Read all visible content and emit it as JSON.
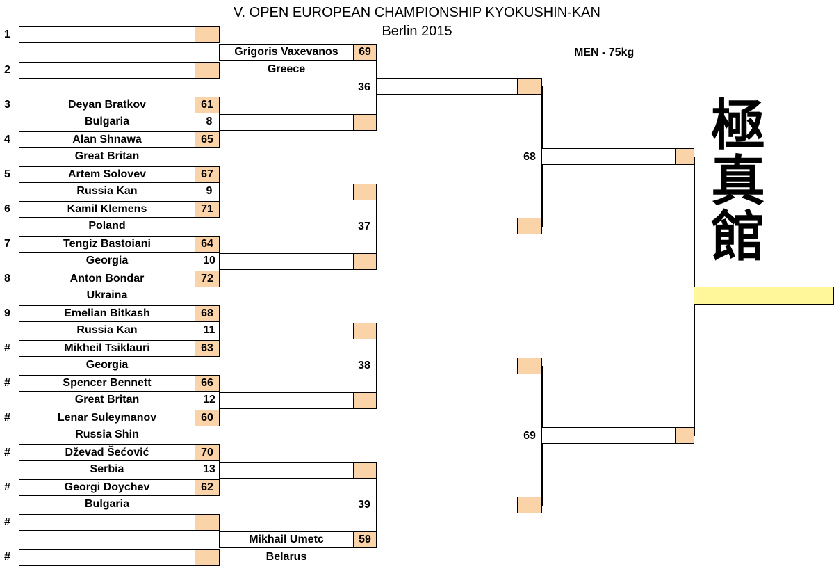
{
  "header": {
    "title": "V. OPEN EUROPEAN CHAMPIONSHIP KYOKUSHIN-KAN",
    "subtitle": "Berlin 2015",
    "category": "MEN - 75kg"
  },
  "seeds": [
    "1",
    "2",
    "3",
    "4",
    "5",
    "6",
    "7",
    "8",
    "9",
    "#",
    "#",
    "#",
    "#",
    "#",
    "#",
    "#"
  ],
  "competitors": {
    "p1": {
      "name": "",
      "number": ""
    },
    "p2": {
      "name": "",
      "number": ""
    },
    "p3": {
      "name": "Deyan Bratkov",
      "number": "61"
    },
    "p4": {
      "name": "Alan Shnawa",
      "number": "65"
    },
    "p5": {
      "name": "Artem Solovev",
      "number": "67"
    },
    "p6": {
      "name": "Kamil  Klemens",
      "number": "71"
    },
    "p7": {
      "name": "Tengiz Bastoiani",
      "number": "64"
    },
    "p8": {
      "name": "Anton Bondar",
      "number": "72"
    },
    "p9": {
      "name": "Emelian Bitkash",
      "number": "68"
    },
    "p10": {
      "name": "Mikheil  Tsiklauri",
      "number": "63"
    },
    "p11": {
      "name": "Spencer Bennett",
      "number": "66"
    },
    "p12": {
      "name": "Lenar Suleymanov",
      "number": "60"
    },
    "p13": {
      "name": "Dževad Šećović",
      "number": "70"
    },
    "p14": {
      "name": "Georgi Doychev",
      "number": "62"
    },
    "p15": {
      "name": "",
      "number": ""
    },
    "p16": {
      "name": "",
      "number": ""
    },
    "bye_top": {
      "name": "Grigoris Vaxevanos",
      "number": "69",
      "country": "Greece"
    },
    "bye_bottom": {
      "name": "Mikhail  Umetc",
      "number": "59",
      "country": "Belarus"
    }
  },
  "countries": {
    "c3": "Bulgaria",
    "c4": "Great Britan",
    "c5": "Russia Kan",
    "c6": "Poland",
    "c7": "Georgia",
    "c8": "Ukraina",
    "c9": "Russia Kan",
    "c10": "Georgia",
    "c11": "Great Britan",
    "c12": "Russia Shin",
    "c13": "Serbia",
    "c14": "Bulgaria"
  },
  "matches": {
    "m8": "8",
    "m9": "9",
    "m10": "10",
    "m11": "11",
    "m12": "12",
    "m13": "13",
    "m36": "36",
    "m37": "37",
    "m38": "38",
    "m39": "39",
    "m68": "68",
    "m69": "69"
  },
  "colors": {
    "score_box": "#fbd3a8",
    "winner_box": "#fff79a"
  },
  "logo": {
    "icon": "kyokushin-kan-calligraphy",
    "text": "極真館"
  }
}
